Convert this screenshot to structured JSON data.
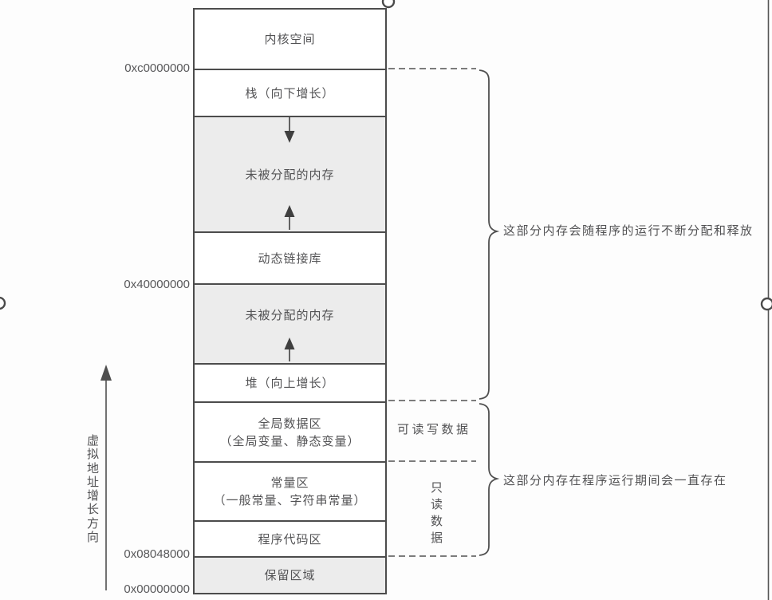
{
  "memory_map": {
    "regions": [
      {
        "id": "kernel",
        "label": "内核空间"
      },
      {
        "id": "stack",
        "label": "栈（向下增长）"
      },
      {
        "id": "unalloc1",
        "label": "未被分配的内存"
      },
      {
        "id": "dll",
        "label": "动态链接库"
      },
      {
        "id": "unalloc2",
        "label": "未被分配的内存"
      },
      {
        "id": "heap",
        "label": "堆（向上增长）"
      },
      {
        "id": "globals",
        "label": "全局数据区",
        "sublabel": "（全局变量、静态变量）"
      },
      {
        "id": "constants",
        "label": "常量区",
        "sublabel": "（一般常量、字符串常量）"
      },
      {
        "id": "code",
        "label": "程序代码区"
      },
      {
        "id": "reserved",
        "label": "保留区域"
      }
    ],
    "addresses": {
      "kernel_boundary": "0xc0000000",
      "dll_boundary": "0x40000000",
      "code_start": "0x08048000",
      "zero": "0x00000000"
    },
    "axis_label": "虚拟地址增长方向",
    "annotations": {
      "dynamic_region": "这部分内存会随程序的运行不断分配和释放",
      "persistent_region": "这部分内存在程序运行期间会一直存在",
      "readwrite_data": "可读写数据",
      "readonly_data": "只读数据"
    },
    "colors": {
      "region_fill_gray": "#ececec",
      "border": "#4c4c4c",
      "text": "#535355",
      "dashed_line": "#6a6a6a",
      "background": "#fdfdfd"
    }
  }
}
